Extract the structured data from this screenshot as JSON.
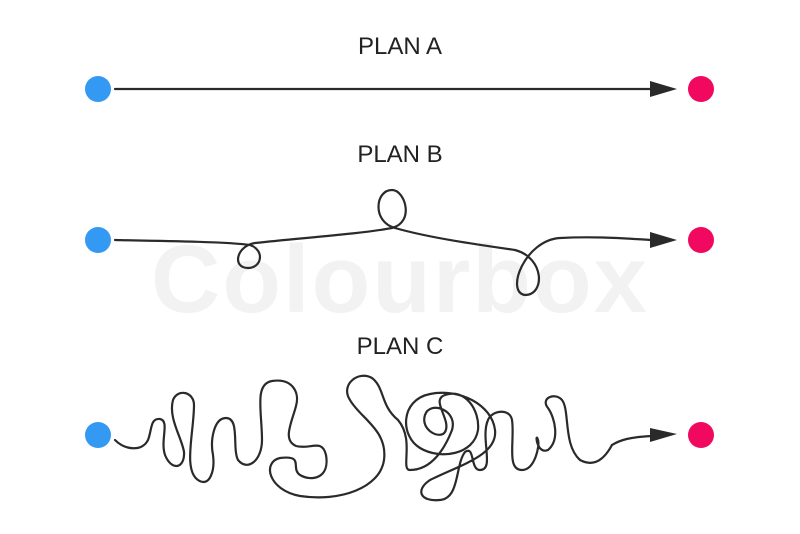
{
  "watermark": "Colourbox",
  "plans": [
    {
      "label": "PLAN A"
    },
    {
      "label": "PLAN B"
    },
    {
      "label": "PLAN C"
    }
  ],
  "colors": {
    "start": "#3399f3",
    "end": "#f0095f",
    "line": "#2a2a2a"
  }
}
